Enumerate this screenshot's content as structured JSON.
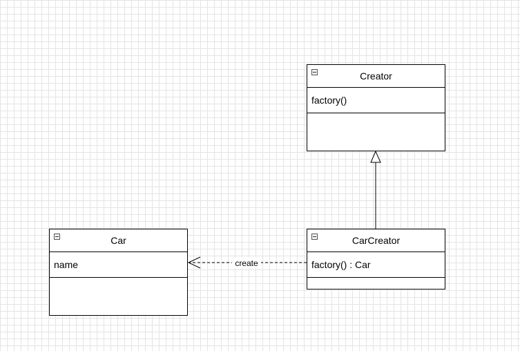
{
  "classes": {
    "creator": {
      "name": "Creator",
      "attribute": "factory()"
    },
    "car_creator": {
      "name": "CarCreator",
      "attribute": "factory() : Car"
    },
    "car": {
      "name": "Car",
      "attribute": "name"
    }
  },
  "relations": {
    "inheritance": {
      "type": "generalization",
      "from": "CarCreator",
      "to": "Creator"
    },
    "dependency": {
      "type": "dependency",
      "from": "CarCreator",
      "to": "Car",
      "label": "create"
    }
  }
}
